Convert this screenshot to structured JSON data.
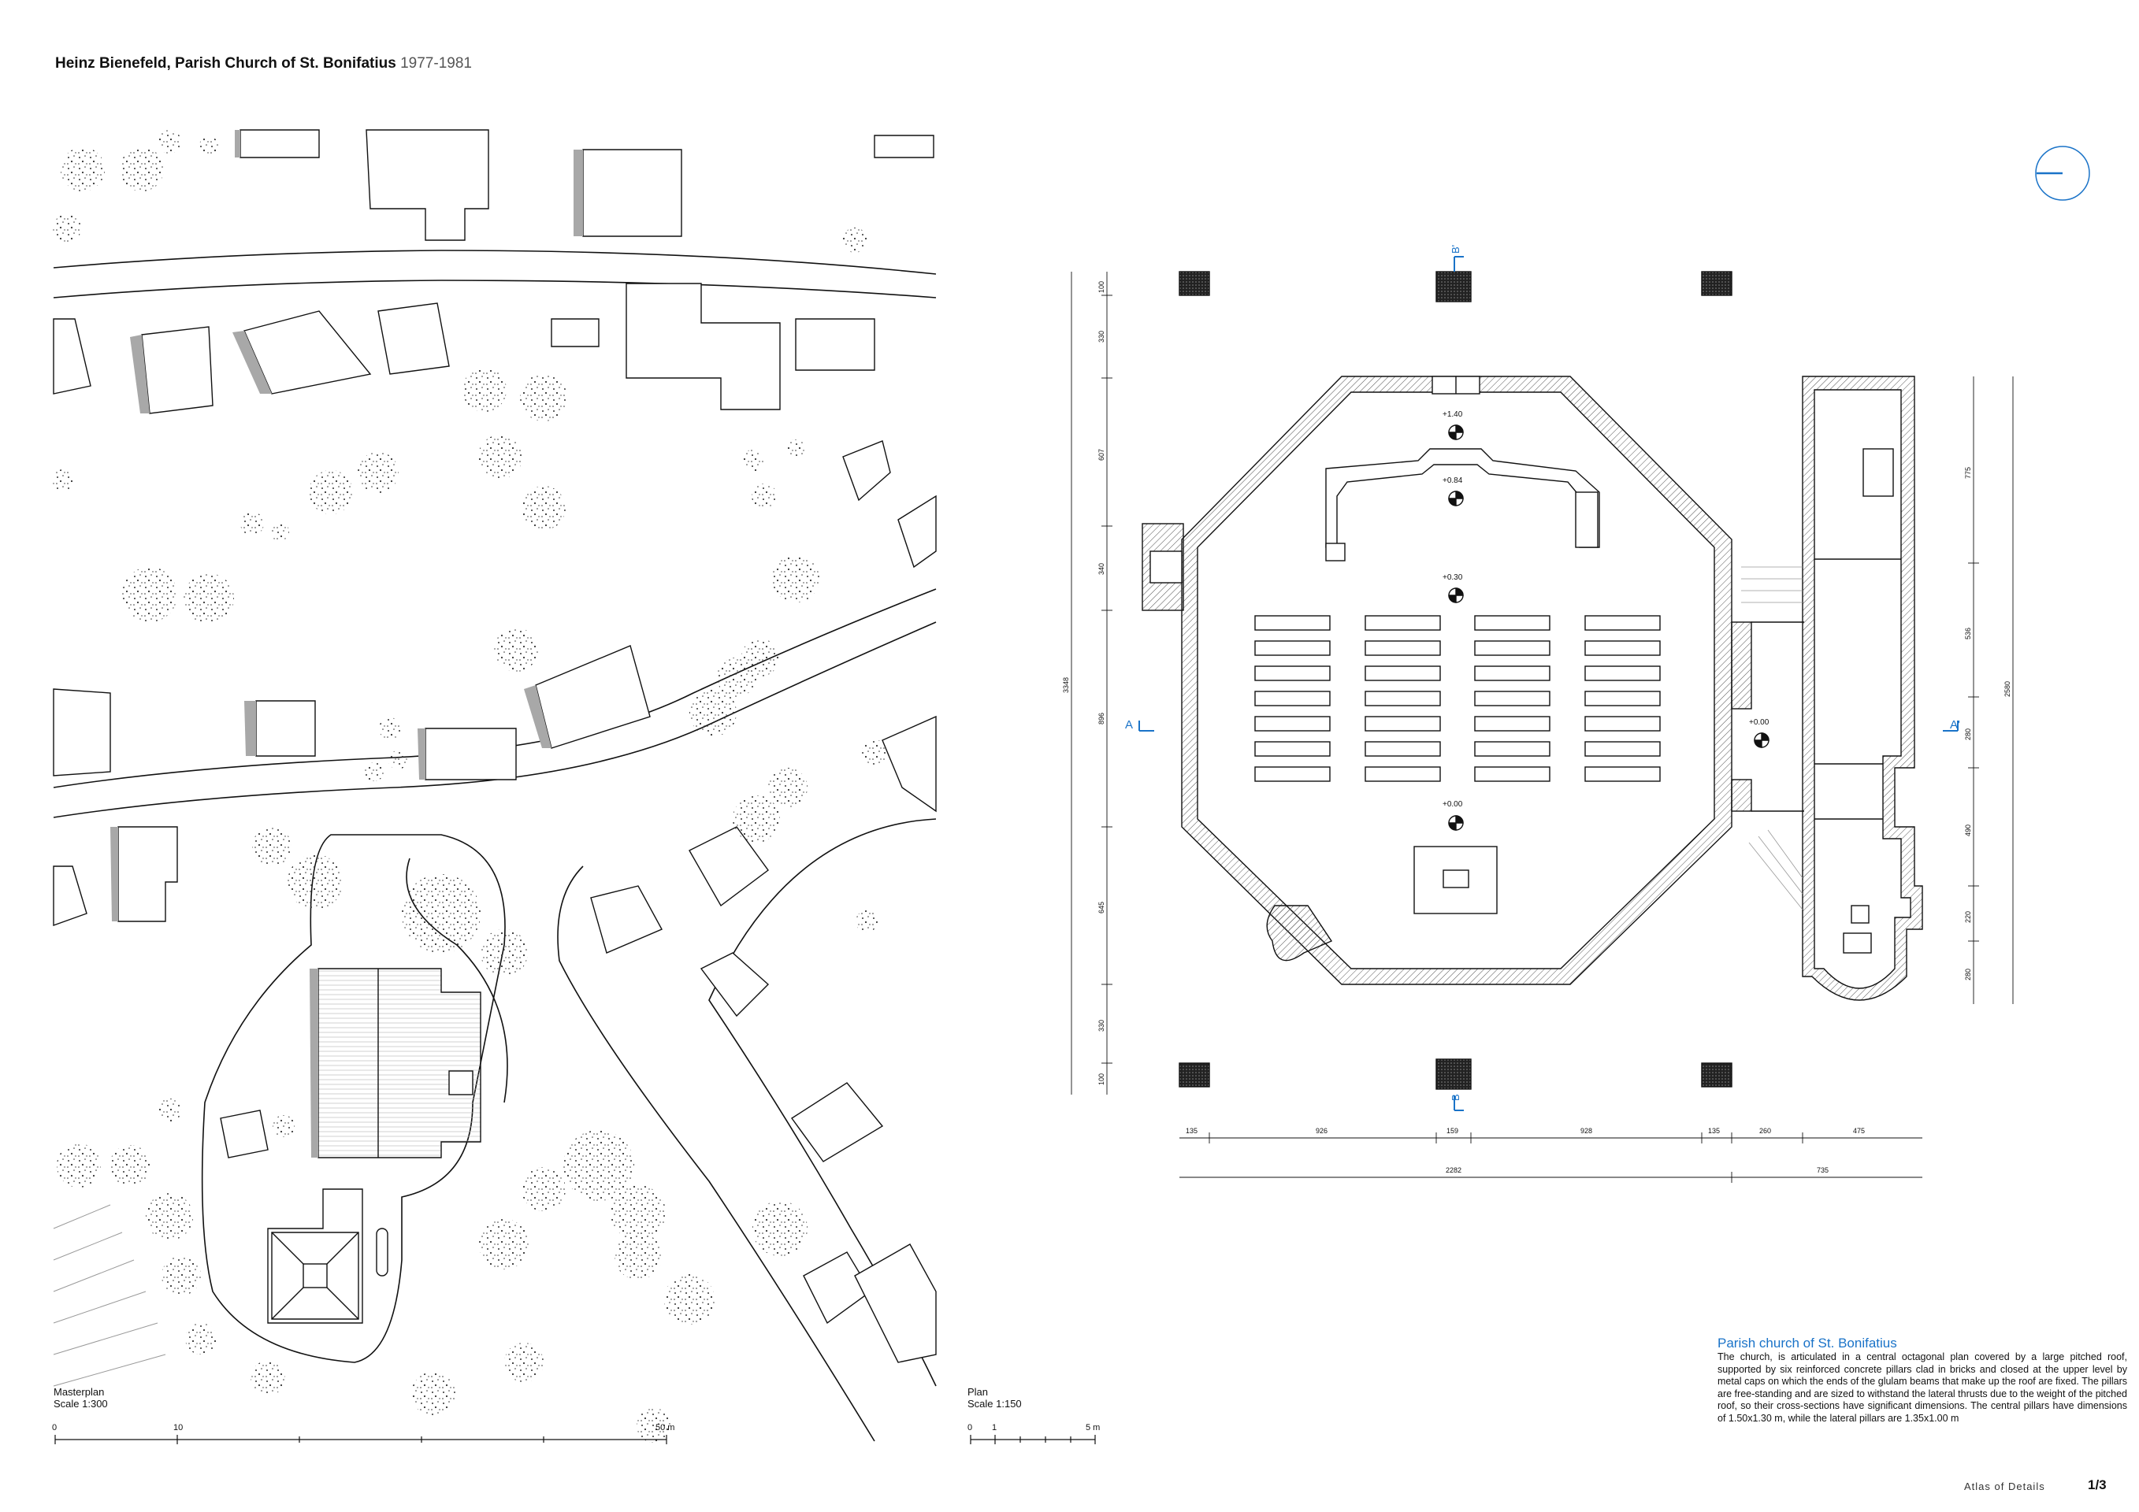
{
  "header": {
    "author_title": "Heinz Bienefeld, Parish Church of St. Bonifatius",
    "years": "1977-1981"
  },
  "masterplan": {
    "label": "Masterplan",
    "scale": "Scale 1:300",
    "scalebar_ticks": [
      "0",
      "10",
      "50 m"
    ]
  },
  "plan": {
    "label": "Plan",
    "scale": "Scale 1:150",
    "scalebar_ticks": [
      "0",
      "1",
      "5 m"
    ],
    "section_marks": [
      "A",
      "A'",
      "B",
      "B'"
    ],
    "levels": [
      "+1.40",
      "+0.84",
      "+0.30",
      "+0.00",
      "+0.00"
    ],
    "dims_vertical_left": [
      "100",
      "330",
      "607",
      "340",
      "896",
      "645",
      "330",
      "100"
    ],
    "dim_total_vertical": "3348",
    "dims_vertical_right": [
      "775",
      "536",
      "280",
      "490",
      "220",
      "280"
    ],
    "dim_total_vertical_right": "2580",
    "dims_horizontal": [
      "135",
      "926",
      "159",
      "928",
      "135",
      "260",
      "475"
    ],
    "dims_total_horizontal": [
      "2282",
      "735"
    ]
  },
  "description": {
    "title": "Parish church of St. Bonifatius",
    "body": "The church, is articulated in a central octagonal plan covered by a large pitched roof, supported by six reinforced concrete pillars clad in bricks and closed at the upper level by metal caps on which the ends of the glulam beams that make up the roof are fixed. The pillars are free-standing and are sized to withstand the lateral thrusts due to the weight of the pitched roof, so their cross-sections have significant dimensions. The central pillars have dimensions of 1.50x1.30 m, while the lateral pillars are 1.35x1.00 m"
  },
  "footer": {
    "series": "Atlas of Details",
    "page": "1/3"
  },
  "colors": {
    "accent": "#1a73c8",
    "line": "#111111",
    "shadow": "#a8a8a8"
  }
}
